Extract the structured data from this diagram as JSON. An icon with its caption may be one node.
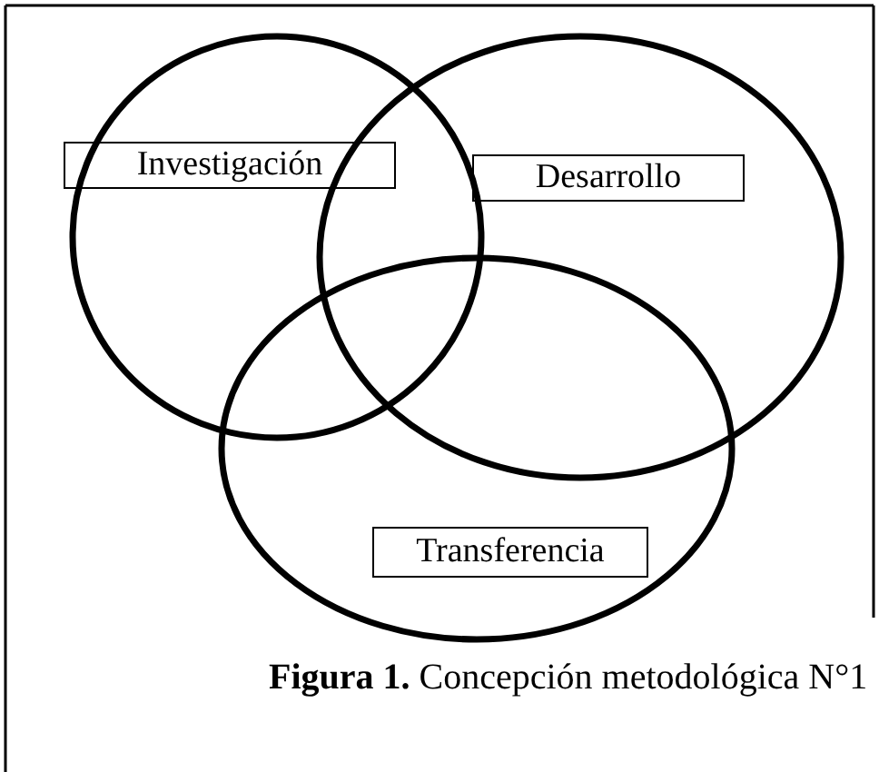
{
  "diagram": {
    "caption": "**Figura 1.** Concepción metodológica N°1",
    "nodes": [
      {
        "text": [],
        "shape": "circle"
      },
      {
        "text": [],
        "shape": "circle"
      },
      {
        "text": [],
        "shape": "circle"
      },
      {
        "text": [
          "Investigación"
        ],
        "in": 0
      },
      {
        "text": [
          "Desarrollo"
        ],
        "in": 1
      },
      {
        "text": [
          "Transferencia"
        ],
        "in": 2
      }
    ],
    "edges": []
  }
}
